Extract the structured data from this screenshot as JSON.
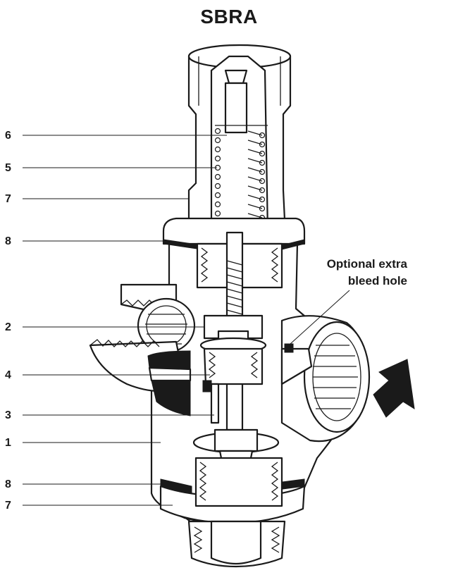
{
  "title": "SBRA",
  "annotation": {
    "line1": "Optional extra",
    "line2": "bleed hole"
  },
  "callouts": [
    {
      "id": "c1",
      "label": "6"
    },
    {
      "id": "c2",
      "label": "5"
    },
    {
      "id": "c3",
      "label": "7"
    },
    {
      "id": "c4",
      "label": "8"
    },
    {
      "id": "c5",
      "label": "2"
    },
    {
      "id": "c6",
      "label": "4"
    },
    {
      "id": "c7",
      "label": "3"
    },
    {
      "id": "c8",
      "label": "1"
    },
    {
      "id": "c9",
      "label": "8"
    },
    {
      "id": "c10",
      "label": "7"
    }
  ],
  "colors": {
    "ink": "#1a1a1a",
    "paper": "#ffffff"
  },
  "icons": {
    "flow": "flow-arrow-icon"
  }
}
